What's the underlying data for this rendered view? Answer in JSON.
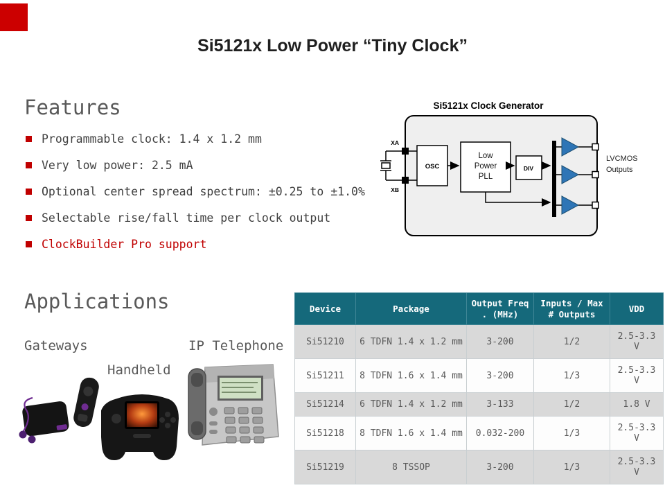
{
  "slide": {
    "title": "Si5121x Low Power “Tiny Clock”"
  },
  "features": {
    "heading": "Features",
    "items": [
      "Programmable clock: 1.4 x 1.2 mm",
      "Very low power: 2.5 mA",
      "Optional center spread spectrum: ±0.25 to ±1.0%",
      "Selectable rise/fall time per clock output",
      "ClockBuilder Pro support"
    ]
  },
  "diagram": {
    "title": "Si5121x Clock Generator",
    "labels": {
      "xa": "XA",
      "xb": "XB",
      "osc": "OSC",
      "pll1": "Low",
      "pll2": "Power",
      "pll3": "PLL",
      "div": "DIV",
      "out1": "LVCMOS",
      "out2": "Outputs"
    }
  },
  "applications": {
    "heading": "Applications",
    "items": [
      "Gateways",
      "Handheld",
      "IP Telephone"
    ]
  },
  "table": {
    "headers": [
      "Device",
      "Package",
      "Output Freq . (MHz)",
      "Inputs / Max # Outputs",
      "VDD"
    ],
    "rows": [
      [
        "Si51210",
        "6 TDFN 1.4 x 1.2 mm",
        "3-200",
        "1/2",
        "2.5-3.3 V"
      ],
      [
        "Si51211",
        "8 TDFN 1.6 x 1.4 mm",
        "3-200",
        "1/3",
        "2.5-3.3 V"
      ],
      [
        "Si51214",
        "6 TDFN 1.4 x 1.2 mm",
        "3-133",
        "1/2",
        "1.8 V"
      ],
      [
        "Si51218",
        "8 TDFN 1.6 x 1.4 mm",
        "0.032-200",
        "1/3",
        "2.5-3.3 V"
      ],
      [
        "Si51219",
        "8 TSSOP",
        "3-200",
        "1/3",
        "2.5-3.3 V"
      ]
    ]
  },
  "colors": {
    "accent_red": "#C00000",
    "table_header_bg": "#15697B",
    "table_alt_row_bg": "#D9D9D9",
    "heading_gray": "#595959",
    "buffer_blue": "#2E75B6"
  }
}
